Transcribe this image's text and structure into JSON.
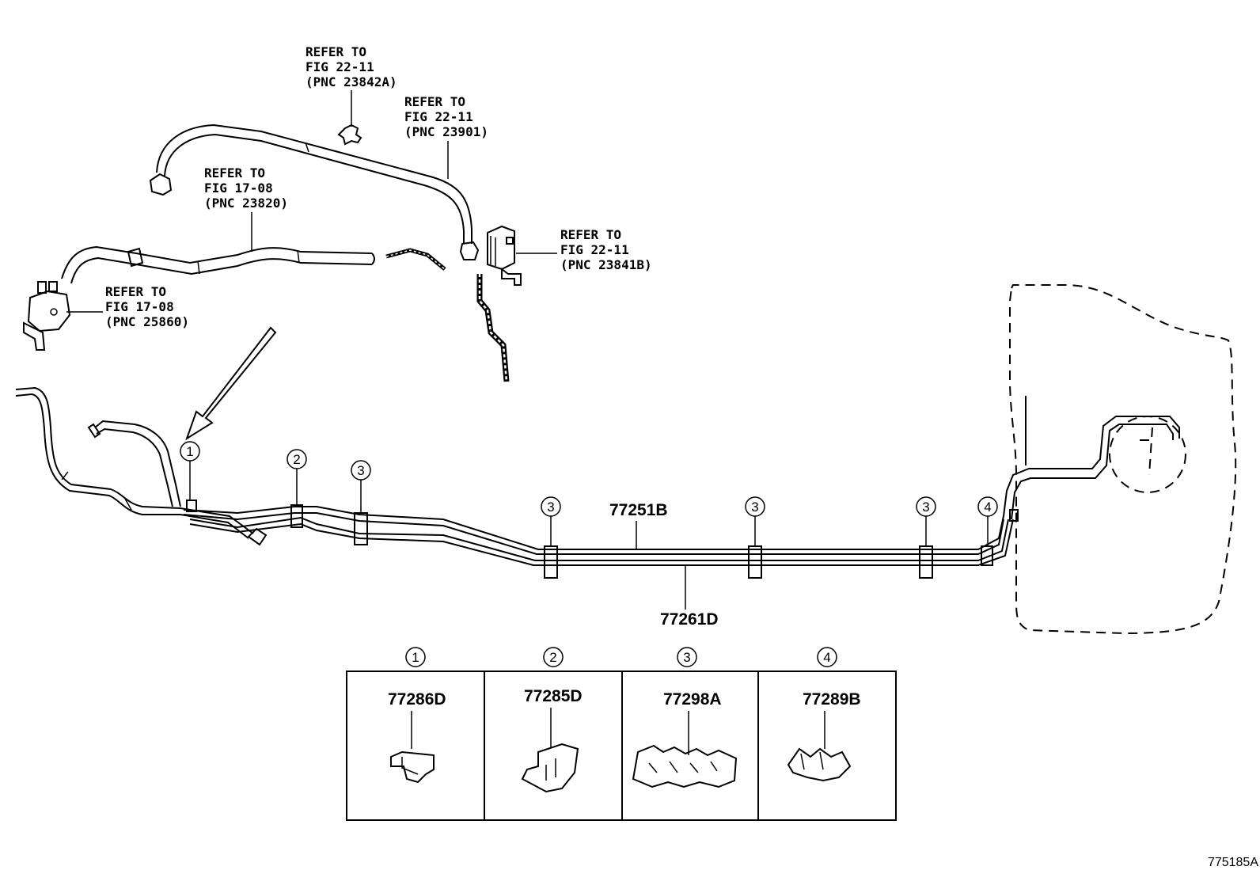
{
  "refs": {
    "r1": [
      "REFER TO",
      "FIG 22-11",
      "(PNC 23842A)"
    ],
    "r2": [
      "REFER TO",
      "FIG 22-11",
      "(PNC 23901)"
    ],
    "r3": [
      "REFER TO",
      "FIG 17-08",
      "(PNC 23820)"
    ],
    "r4": [
      "REFER TO",
      "FIG 22-11",
      "(PNC 23841B)"
    ],
    "r5": [
      "REFER TO",
      "FIG 17-08",
      "(PNC 25860)"
    ]
  },
  "parts": {
    "tube_upper": "77251B",
    "tube_lower": "77261D"
  },
  "callouts": [
    "1",
    "2",
    "3",
    "4"
  ],
  "legend": [
    {
      "num": "1",
      "part": "77286D"
    },
    {
      "num": "2",
      "part": "77285D"
    },
    {
      "num": "3",
      "part": "77298A"
    },
    {
      "num": "4",
      "part": "77289B"
    }
  ],
  "figure_id": "775185A"
}
